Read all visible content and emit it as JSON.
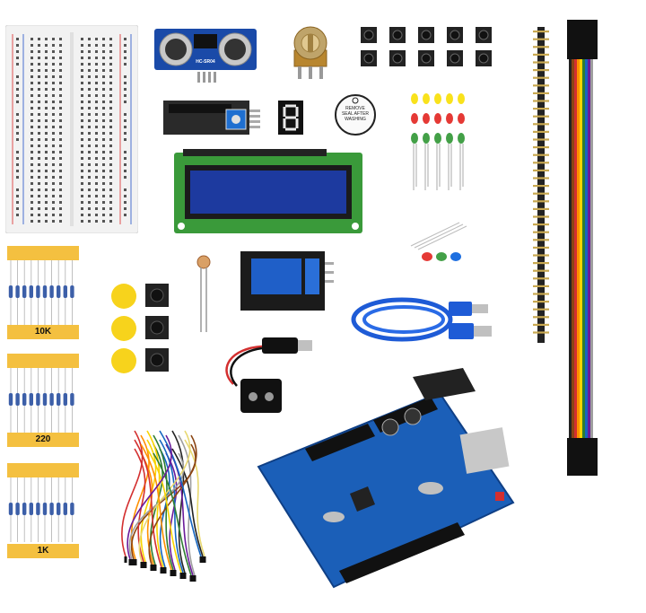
{
  "resistor_labels": [
    "10K",
    "220",
    "1K"
  ],
  "sensor_text": "HC-SR04",
  "buzzer_label": "REMOVE SEAL AFTER WASHING",
  "colors": {
    "board_blue": "#1b5fb8",
    "lcd_green": "#3a9a3a",
    "lcd_screen": "#1d2f8f",
    "jumper_colors": [
      "#222222",
      "#8b4513",
      "#d32f2f",
      "#ff8f00",
      "#f9d400",
      "#2e7d32",
      "#1565c0",
      "#6a1b9a",
      "#9e9e9e",
      "#ffffff"
    ]
  }
}
